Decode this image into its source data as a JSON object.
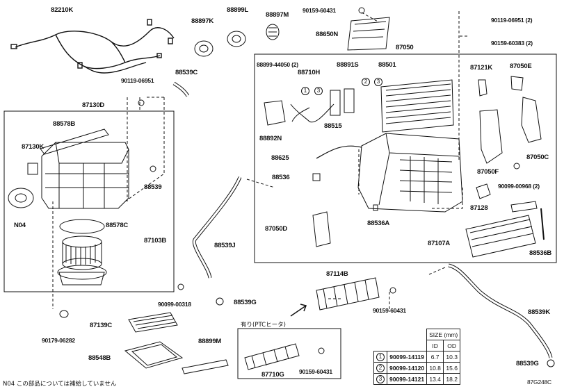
{
  "diagram": {
    "figure_code": "87G248C",
    "parts": {
      "p82210K": "82210K",
      "p88897K": "88897K",
      "p88899L": "88899L",
      "p88897M": "88897M",
      "p90159_60431_top": "90159-60431",
      "p88650N": "88650N",
      "p90119_06951_2": "90119-06951 (2)",
      "p90159_60383_2": "90159-60383 (2)",
      "p87050": "87050",
      "p88899_44050_2": "88899-44050 (2)",
      "p88710H": "88710H",
      "p88891S": "88891S",
      "p88501": "88501",
      "p87121K": "87121K",
      "p87050E": "87050E",
      "p90119_06951": "90119-06951",
      "p88539C": "88539C",
      "p87130D": "87130D",
      "p88578B": "88578B",
      "p87130K": "87130K",
      "p88539": "88539",
      "pN04": "N04",
      "p88892N": "88892N",
      "p88515": "88515",
      "p88625": "88625",
      "p88536": "88536",
      "p87050F": "87050F",
      "p87050C": "87050C",
      "p90099_00968_2": "90099-00968 (2)",
      "p87128": "87128",
      "p88536A": "88536A",
      "p87050D": "87050D",
      "p88578C": "88578C",
      "p87103B": "87103B",
      "p88539J": "88539J",
      "p87107A": "87107A",
      "p88536B": "88536B",
      "p87114B": "87114B",
      "p90099_00318": "90099-00318",
      "p88539G": "88539G",
      "p90159_60431_mid": "90159-60431",
      "p88539K": "88539K",
      "p90179_06282": "90179-06282",
      "p87139C": "87139C",
      "p88548B": "88548B",
      "p88899M": "88899M",
      "p87710G": "87710G",
      "p90159_60431_bot": "90159-60431",
      "p88539G_bot": "88539G"
    },
    "ptc_note": "有り(PTCヒータ)",
    "footnote": "N04 この部品については補給していません",
    "callout_1": "1",
    "callout_2": "2",
    "callout_3": "3"
  },
  "size_table": {
    "title": "SIZE (mm)",
    "col_id": "ID",
    "col_od": "OD",
    "rows": [
      {
        "idx": "1",
        "part": "90099-14119",
        "id": "6.7",
        "od": "10.3"
      },
      {
        "idx": "2",
        "part": "90099-14120",
        "id": "10.8",
        "od": "15.6"
      },
      {
        "idx": "3",
        "part": "90099-14121",
        "id": "13.4",
        "od": "18.2"
      }
    ]
  }
}
